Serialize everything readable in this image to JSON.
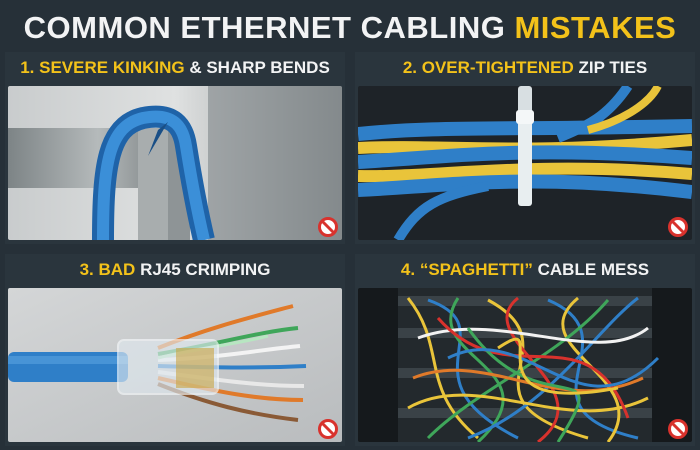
{
  "title": {
    "main": "COMMON ETHERNET CABLING ",
    "highlight": "MISTAKES"
  },
  "panels": [
    {
      "number": "1.",
      "highlight": "SEVERE KINKING",
      "rest": "& SHARP BENDS",
      "icon": "no-entry-icon"
    },
    {
      "number": "2.",
      "highlight": "OVER-TIGHTENED",
      "rest": "ZIP TIES",
      "icon": "no-entry-icon"
    },
    {
      "number": "3.",
      "highlight": "BAD",
      "rest": "RJ45 CRIMPING",
      "icon": "no-entry-icon"
    },
    {
      "number": "4.",
      "highlight": "“SPAGHETTI”",
      "rest": "CABLE MESS",
      "icon": "no-entry-icon"
    }
  ],
  "colors": {
    "background": "#263038",
    "accent": "#f3c21a",
    "text": "#f2f3f4",
    "cable_blue": "#2f7fc8",
    "cable_yellow": "#e9c43a",
    "warning_red": "#d8322d"
  }
}
